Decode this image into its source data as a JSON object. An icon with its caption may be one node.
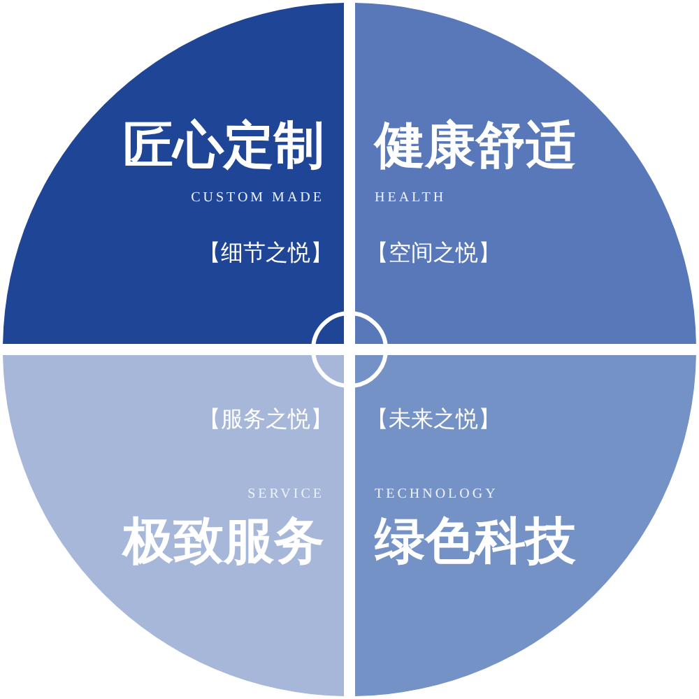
{
  "diagram": {
    "nodes": [
      {
        "text": [
          "匠心定制",
          "CUSTOM MADE",
          "【细节之悦】"
        ]
      },
      {
        "text": [
          "健康舒适",
          "HEALTH",
          "【空间之悦】"
        ]
      },
      {
        "text": [
          "【服务之悦】",
          "SERVICE",
          "极致服务"
        ]
      },
      {
        "text": [
          "【未来之悦】",
          "TECHNOLOGY",
          "绿色科技"
        ]
      }
    ]
  }
}
